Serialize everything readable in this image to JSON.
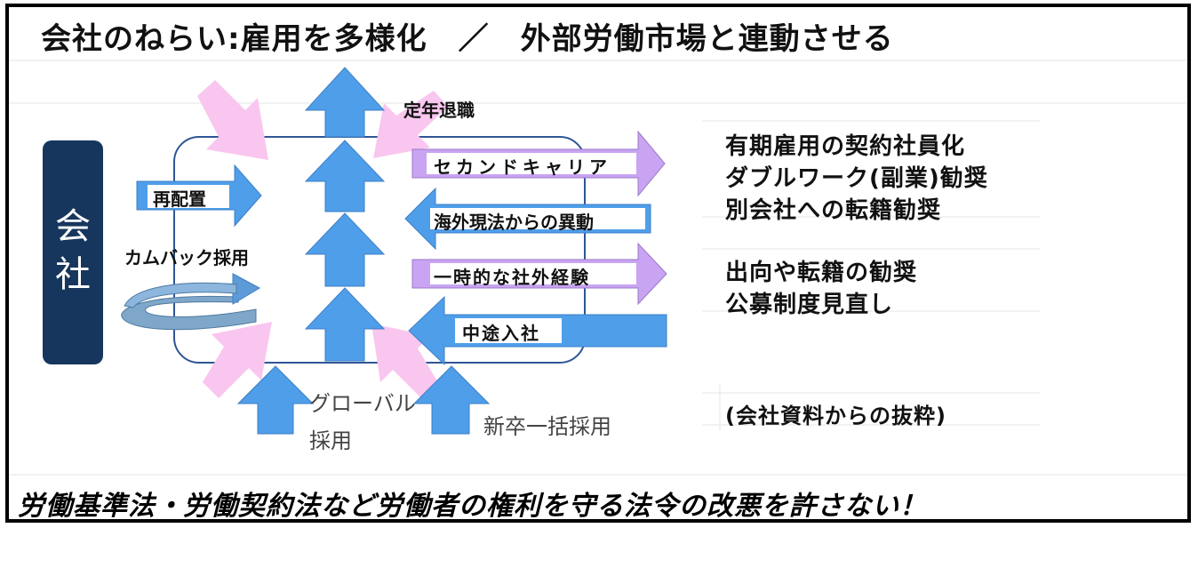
{
  "title": "会社のねらい:雇用を多様化　／　外部労働市場と連動させる",
  "company_label": "会\n社",
  "labels": {
    "retirement": "定年退職",
    "second_career": "セカンドキャリア",
    "overseas": "海外現法からの異動",
    "temporary": "一時的な社外経験",
    "mid_career": "中途入社",
    "reassign": "再配置",
    "comeback": "カムバック採用",
    "global_1": "グローバル",
    "global_2": "採用",
    "graduate": "新卒一括採用"
  },
  "policies": {
    "group1": [
      "有期雇用の契約社員化",
      "ダブルワーク(副業)勧奨",
      "別会社への転籍勧奨"
    ],
    "group2": [
      "出向や転籍の勧奨",
      "公募制度見直し"
    ],
    "source": "(会社資料からの抜粋)"
  },
  "footer": "労働基準法・労働契約法など労働者の権利を守る法令の改悪を許さない！",
  "colors": {
    "blue_arrow": "#4f9eea",
    "purple_arrow": "#c9a4f2",
    "pink_arrow": "#f9c6ef",
    "company_box": "#17365d",
    "frame_line": "#2f5597"
  }
}
